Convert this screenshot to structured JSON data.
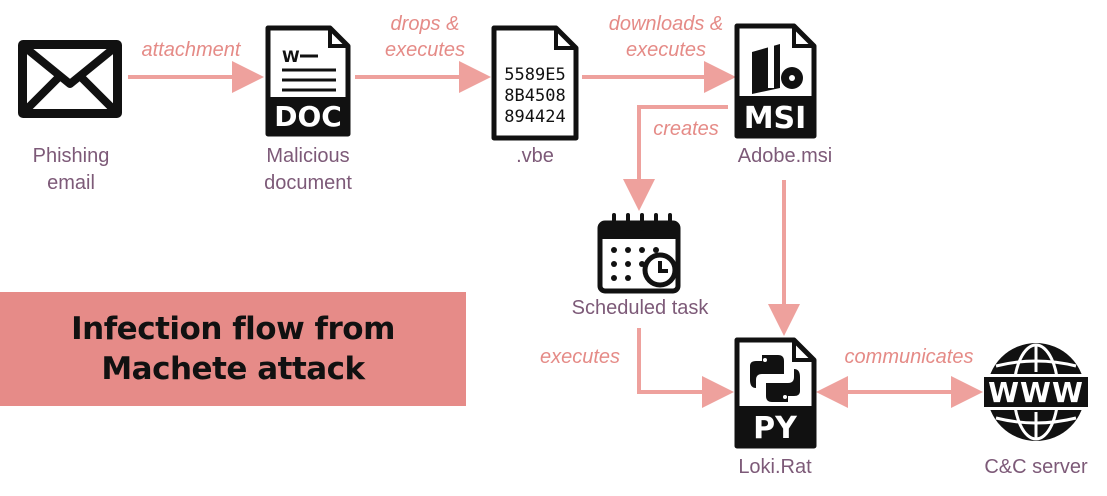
{
  "title": {
    "line1": "Infection flow from",
    "line2": "Machete attack"
  },
  "nodes": {
    "phishing": {
      "line1": "Phishing",
      "line2": "email",
      "icon": "envelope-icon"
    },
    "doc": {
      "line1": "Malicious",
      "line2": "document",
      "icon": "doc-file-icon",
      "icon_text": "DOC",
      "icon_mark": "W"
    },
    "vbe": {
      "label": ".vbe",
      "icon": "hex-file-icon",
      "hex": [
        "5589E5",
        "8B4508",
        "894424"
      ]
    },
    "msi": {
      "label": "Adobe.msi",
      "icon": "msi-file-icon",
      "icon_text": "MSI"
    },
    "task": {
      "label": "Scheduled task",
      "icon": "calendar-clock-icon"
    },
    "loki": {
      "label": "Loki.Rat",
      "icon": "python-file-icon",
      "icon_text": "PY"
    },
    "cnc": {
      "label": "C&C server",
      "icon": "www-globe-icon",
      "icon_text": "WWW"
    }
  },
  "edges": {
    "attachment": {
      "label": "attachment"
    },
    "drops": {
      "line1": "drops &",
      "line2": "executes"
    },
    "downloads": {
      "line1": "downloads &",
      "line2": "executes"
    },
    "creates": {
      "label": "creates"
    },
    "executes": {
      "label": "executes"
    },
    "communicates": {
      "label": "communicates"
    }
  },
  "colors": {
    "arrow": "#eea19d",
    "label": "#7d5a78",
    "edge_text": "#e58b87",
    "title_bg": "#e68b88",
    "icon": "#111111"
  }
}
